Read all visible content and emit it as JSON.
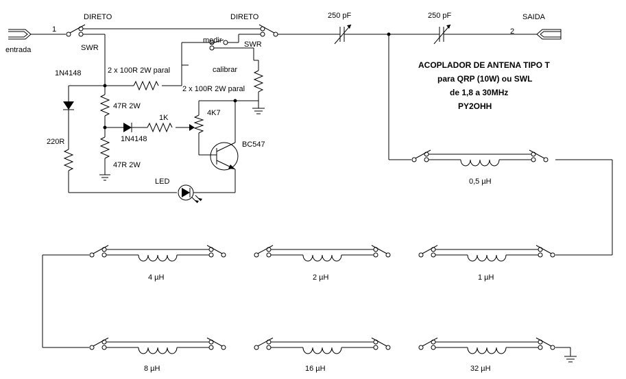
{
  "ports": {
    "input_label": "entrada",
    "input_pin": "1",
    "output_label": "SAIDA",
    "output_pin": "2"
  },
  "switches": {
    "direto_left": "DIRETO",
    "swr_left": "SWR",
    "direto_right": "DIRETO",
    "swr_right": "SWR",
    "medir": "medir",
    "calibrar": "calibrar"
  },
  "capacitors": {
    "c1": "250 pF",
    "c2": "250 pF"
  },
  "components": {
    "res_paral_top": "2 x 100R 2W paral",
    "res_paral_right": "2 x 100R 2W paral",
    "r47a": "47R 2W",
    "r47b": "47R 2W",
    "diode_top": "1N4148",
    "diode_mid": "1N4148",
    "r220": "220R",
    "r1k": "1K",
    "pot": "4K7",
    "transistor": "BC547",
    "led": "LED"
  },
  "title_block": {
    "line1": "ACOPLADOR DE ANTENA  TIPO T",
    "line2": "para QRP (10W) ou SWL",
    "line3": "de 1,8 a 30MHz",
    "line4": "PY2OHH"
  },
  "inductors": {
    "l05": "0,5 µH",
    "l4": "4 µH",
    "l2": "2 µH",
    "l1": "1 µH",
    "l8": "8 µH",
    "l16": "16 µH",
    "l32": "32 µH"
  }
}
